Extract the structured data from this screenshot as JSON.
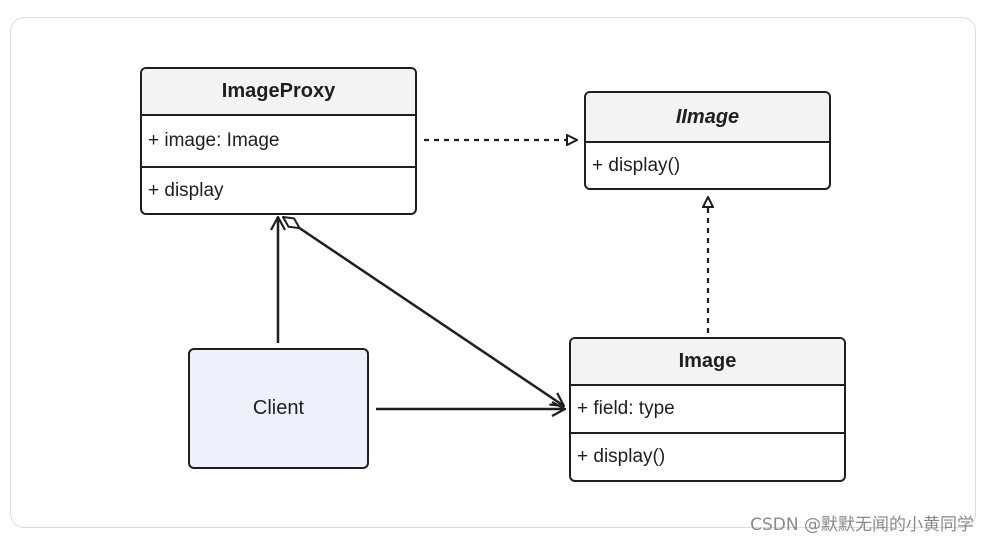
{
  "diagram": {
    "classes": {
      "image_proxy": {
        "name": "ImageProxy",
        "attributes": [
          "+ image: Image"
        ],
        "methods": [
          "+ display"
        ]
      },
      "iimage": {
        "name": "IImage",
        "methods": [
          "+ display()"
        ]
      },
      "image": {
        "name": "Image",
        "attributes": [
          "+ field: type"
        ],
        "methods": [
          "+ display()"
        ]
      },
      "client": {
        "name": "Client",
        "fill_color": "#edf1fb"
      }
    },
    "relationships": [
      {
        "from": "ImageProxy",
        "to": "IImage",
        "type": "realization",
        "style": "dashed",
        "head": "hollow-triangle"
      },
      {
        "from": "Image",
        "to": "IImage",
        "type": "realization",
        "style": "dashed",
        "head": "hollow-triangle"
      },
      {
        "from": "Client",
        "to": "ImageProxy",
        "type": "association",
        "style": "solid",
        "head": "open-arrow"
      },
      {
        "from": "Client",
        "to": "Image",
        "type": "association",
        "style": "solid",
        "head": "open-arrow"
      },
      {
        "from": "ImageProxy",
        "to": "Image",
        "type": "aggregation",
        "style": "solid",
        "tail": "hollow-diamond",
        "head": "open-arrow"
      }
    ],
    "colors": {
      "stroke": "#1f1f1f",
      "header_fill": "#f3f3f3",
      "client_fill": "#edf1fb"
    }
  },
  "watermark": "CSDN @默默无闻的小黄同学"
}
